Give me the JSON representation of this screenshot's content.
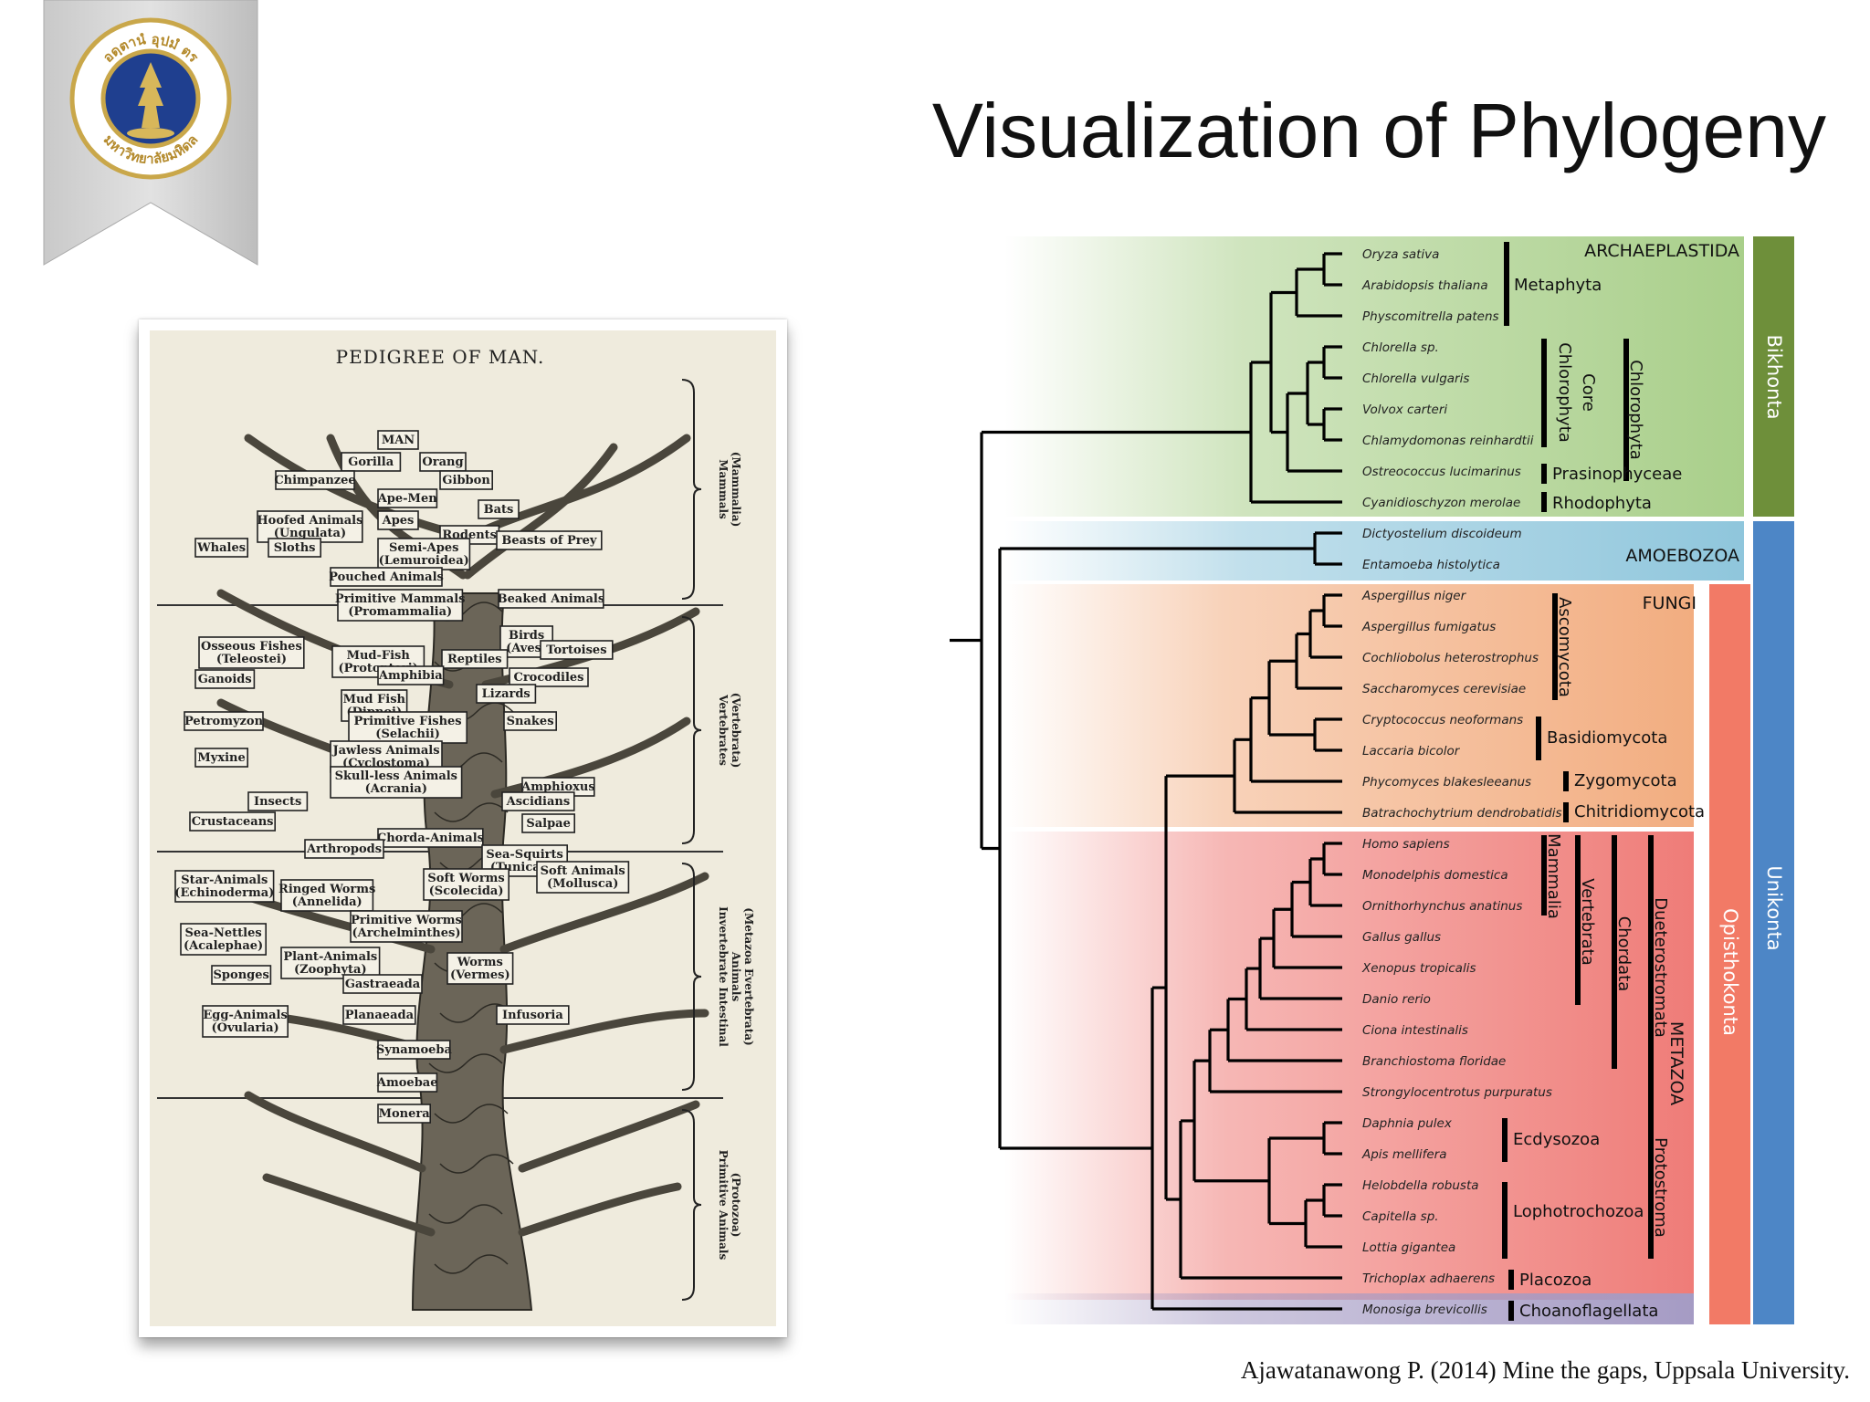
{
  "title": "Visualization of Phylogeny",
  "citation": "Ajawatanawong P. (2014) Mine the gaps, Uppsala University.",
  "logo": {
    "text_top": "อดฺตานํ อุปมํ ตร",
    "text_bottom": "มหาวิทยาลัยมหิดล",
    "colors": {
      "ring": "#c9a74a",
      "inner": "#1f3f8f",
      "ribbon": "#d6d6d6"
    }
  },
  "pedigree": {
    "title": "PEDIGREE OF MAN.",
    "labels": [
      {
        "lines": [
          "MAN"
        ]
      },
      {
        "lines": [
          "Gorilla"
        ]
      },
      {
        "lines": [
          "Orang"
        ]
      },
      {
        "lines": [
          "Chimpanzee"
        ]
      },
      {
        "lines": [
          "Gibbon"
        ]
      },
      {
        "lines": [
          "Ape-Men"
        ]
      },
      {
        "lines": [
          "Hoofed Animals",
          "(Ungulata)"
        ]
      },
      {
        "lines": [
          "Apes"
        ]
      },
      {
        "lines": [
          "Bats"
        ]
      },
      {
        "lines": [
          "Rodents"
        ]
      },
      {
        "lines": [
          "Whales"
        ]
      },
      {
        "lines": [
          "Sloths"
        ]
      },
      {
        "lines": [
          "Semi-Apes",
          "(Lemuroidea)"
        ]
      },
      {
        "lines": [
          "Beasts of Prey"
        ]
      },
      {
        "lines": [
          "Pouched Animals"
        ]
      },
      {
        "lines": [
          "Primitive Mammals",
          "(Promammalia)"
        ]
      },
      {
        "lines": [
          "Beaked Animals"
        ]
      },
      {
        "lines": [
          "Osseous Fishes",
          "(Teleostei)"
        ]
      },
      {
        "lines": [
          "Mud-Fish",
          "(Protopteri)"
        ]
      },
      {
        "lines": [
          "Birds",
          "(Aves)"
        ]
      },
      {
        "lines": [
          "Reptiles"
        ]
      },
      {
        "lines": [
          "Tortoises"
        ]
      },
      {
        "lines": [
          "Ganoids"
        ]
      },
      {
        "lines": [
          "Amphibia"
        ]
      },
      {
        "lines": [
          "Crocodiles"
        ]
      },
      {
        "lines": [
          "Mud Fish",
          "(Dipnoi)"
        ]
      },
      {
        "lines": [
          "Lizards"
        ]
      },
      {
        "lines": [
          "Petromyzon"
        ]
      },
      {
        "lines": [
          "Primitive Fishes",
          "(Selachii)"
        ]
      },
      {
        "lines": [
          "Snakes"
        ]
      },
      {
        "lines": [
          "Jawless Animals",
          "(Cyclostoma)"
        ]
      },
      {
        "lines": [
          "Myxine"
        ]
      },
      {
        "lines": [
          "Skull-less Animals",
          "(Acrania)"
        ]
      },
      {
        "lines": [
          "Amphioxus"
        ]
      },
      {
        "lines": [
          "Insects"
        ]
      },
      {
        "lines": [
          "Ascidians"
        ]
      },
      {
        "lines": [
          "Crustaceans"
        ]
      },
      {
        "lines": [
          "Salpae"
        ]
      },
      {
        "lines": [
          "Chorda-Animals"
        ]
      },
      {
        "lines": [
          "Arthropods"
        ]
      },
      {
        "lines": [
          "Sea-Squirts",
          "(Tunicata)"
        ]
      },
      {
        "lines": [
          "Star-Animals",
          "(Echinoderma)"
        ]
      },
      {
        "lines": [
          "Soft Worms",
          "(Scolecida)"
        ]
      },
      {
        "lines": [
          "Soft Animals",
          "(Mollusca)"
        ]
      },
      {
        "lines": [
          "Ringed Worms",
          "(Annelida)"
        ]
      },
      {
        "lines": [
          "Primitive Worms",
          "(Archelminthes)"
        ]
      },
      {
        "lines": [
          "Sea-Nettles",
          "(Acalephae)"
        ]
      },
      {
        "lines": [
          "Plant-Animals",
          "(Zoophyta)"
        ]
      },
      {
        "lines": [
          "Worms",
          "(Vermes)"
        ]
      },
      {
        "lines": [
          "Sponges"
        ]
      },
      {
        "lines": [
          "Gastraeada"
        ]
      },
      {
        "lines": [
          "Egg-Animals",
          "(Ovularia)"
        ]
      },
      {
        "lines": [
          "Planaeada"
        ]
      },
      {
        "lines": [
          "Infusoria"
        ]
      },
      {
        "lines": [
          "Synamoeba"
        ]
      },
      {
        "lines": [
          "Amoebae"
        ]
      },
      {
        "lines": [
          "Monera"
        ]
      }
    ],
    "side_labels": [
      [
        "Mammals",
        "(Mammalia)"
      ],
      [
        "Vertebrates",
        "(Vertebrata)"
      ],
      [
        "Invertebrate Intestinal",
        "Animals",
        "(Metazoa Evertebrata)"
      ],
      [
        "Primitive Animals",
        "(Protozoa)"
      ]
    ]
  },
  "phylogeny": {
    "taxa": [
      "Oryza sativa",
      "Arabidopsis thaliana",
      "Physcomitrella patens",
      "Chlorella sp.",
      "Chlorella vulgaris",
      "Volvox carteri",
      "Chlamydomonas reinhardtii",
      "Ostreococcus lucimarinus",
      "Cyanidioschyzon merolae",
      "Dictyostelium discoideum",
      "Entamoeba histolytica",
      "Aspergillus niger",
      "Aspergillus fumigatus",
      "Cochliobolus heterostrophus",
      "Saccharomyces cerevisiae",
      "Cryptococcus neoformans",
      "Laccaria bicolor",
      "Phycomyces blakesleeanus",
      "Batrachochytrium dendrobatidis",
      "Homo sapiens",
      "Monodelphis domestica",
      "Ornithorhynchus anatinus",
      "Gallus gallus",
      "Xenopus tropicalis",
      "Danio rerio",
      "Ciona intestinalis",
      "Branchiostoma floridae",
      "Strongylocentrotus purpuratus",
      "Daphnia pulex",
      "Apis mellifera",
      "Helobdella robusta",
      "Capitella sp.",
      "Lottia gigantea",
      "Trichoplax adhaerens",
      "Monosiga brevicollis"
    ],
    "headers": {
      "archaeplastida": "ARCHAEPLASTIDA",
      "amoebozoa": "AMOEBOZOA",
      "fungi": "FUNGI",
      "metazoa": "METAZOA"
    },
    "groups": {
      "metaphyta": "Metaphyta",
      "core_chlorophyta_1": "Core",
      "core_chlorophyta_2": "Chlorophyta",
      "chlorophyta": "Chlorophyta",
      "prasinophyceae": "Prasinophyceae",
      "rhodophyta": "Rhodophyta",
      "ascomycota": "Ascomycota",
      "basidiomycota": "Basidiomycota",
      "zygomycota": "Zygomycota",
      "chitridiomycota": "Chitridiomycota",
      "mammalia": "Mammalia",
      "vertebrata": "Vertebrata",
      "chordata": "Chordata",
      "dueterostromata": "Dueterostromata",
      "ecdysozoa": "Ecdysozoa",
      "lophotrochozoa": "Lophotrochozoa",
      "protostroma": "Protostroma",
      "placozoa": "Placozoa",
      "choanoflagellata": "Choanoflagellata"
    },
    "side_bars": {
      "bikhonta": "Bikhonta",
      "unikonta": "Unikonta",
      "opisthokonta": "Opisthokonta"
    },
    "colors": {
      "archaeplastida": "#a9cf8a",
      "amoebozoa": "#8fc6dc",
      "fungi": "#f2ad80",
      "metazoa": "#ef7c78",
      "choanoflagellata": "#a59bc4",
      "bikhonta_bar": "#6e8f3a",
      "unikonta_bar": "#4d86c6",
      "opisthokonta_bar": "#f27a66"
    }
  }
}
